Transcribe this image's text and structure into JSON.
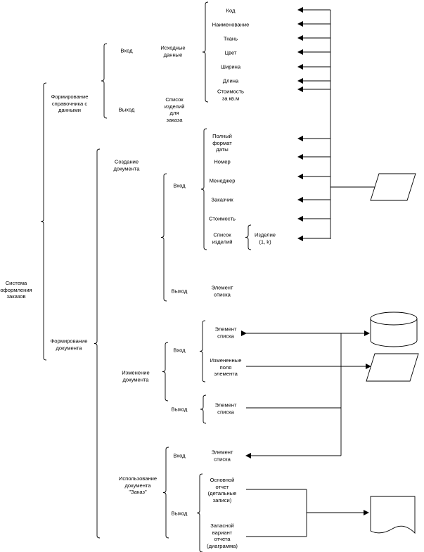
{
  "diagram": {
    "root": "Система\nоформления\nзаказов",
    "reference": {
      "title": "Формирование\nсправочника с\nданными",
      "input_label": "Вход",
      "source_data": "Исходные\nданные",
      "fields": [
        "Код",
        "Наименование",
        "Ткань",
        "Цвет",
        "Ширина",
        "Длина",
        "Стоимость\nза кв.м"
      ],
      "output_label": "Выход",
      "output_value": "Список\nизделий\nдля\nзаказа"
    },
    "document": {
      "title": "Формирование\nдокумента",
      "create": {
        "title": "Создание\nдокумента",
        "input_label": "Вход",
        "fields": [
          "Полный\nформат\nдаты",
          "Номер",
          "Менеджер",
          "Заказчик",
          "Стоимость",
          "Список\nизделий"
        ],
        "item": "Изделие\n(1, k)",
        "output_label": "Выход",
        "output_value": "Элемент\nсписка"
      },
      "change": {
        "title": "Изменение\nдокумента",
        "input_label": "Вход",
        "inputs": [
          "Элемент\nсписка",
          "Измененные\nполя\nэлемента"
        ],
        "output_label": "Выход",
        "output_value": "Элемент\nсписка"
      },
      "use": {
        "title": "Использование\nдокумента\n\"Заказ\"",
        "input_label": "Вход",
        "input_value": "Элемент\nсписка",
        "output_label": "Выход",
        "outputs": [
          "Основной\nотчет\n(детальные\nзаписи)",
          "Запасной\nвариант\nотчета\n(диаграмма)"
        ]
      }
    }
  }
}
